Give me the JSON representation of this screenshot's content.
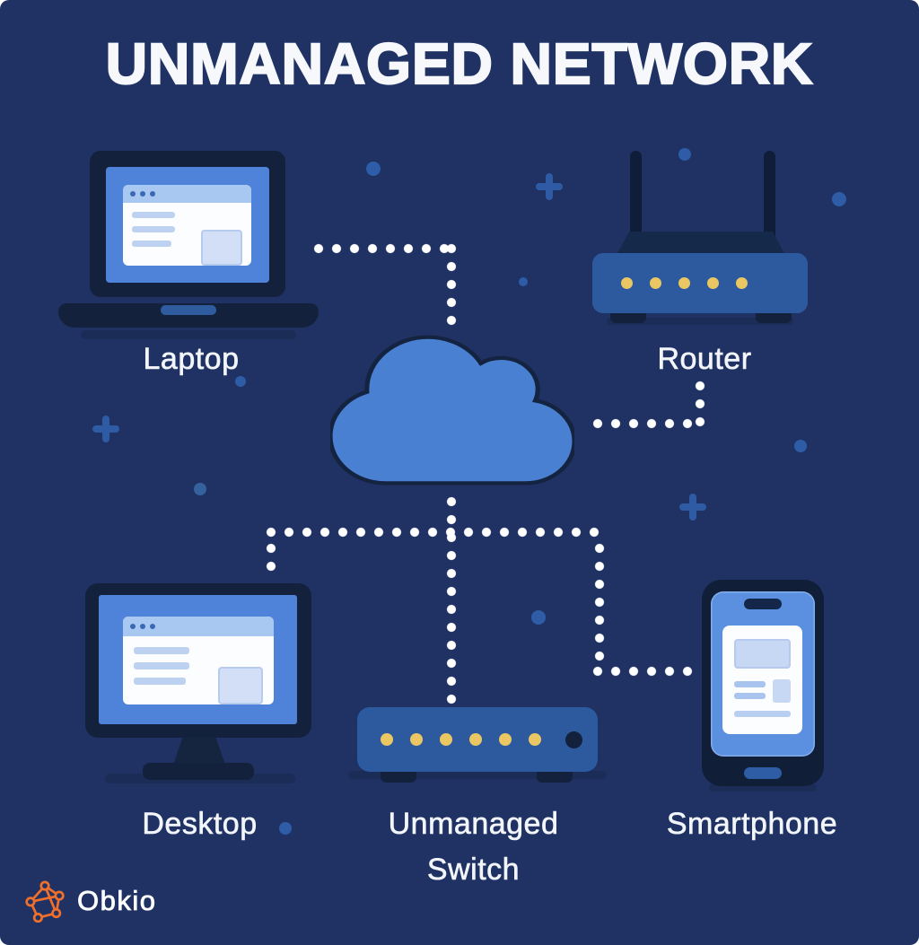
{
  "title": "UNMANAGED NETWORK",
  "nodes": {
    "laptop": {
      "label": "Laptop"
    },
    "router": {
      "label": "Router",
      "led_count": 5
    },
    "cloud": {
      "name": "internet-cloud"
    },
    "desktop": {
      "label": "Desktop"
    },
    "switch": {
      "label": "Unmanaged Switch",
      "led_count": 6,
      "dark_port_count": 1
    },
    "smartphone": {
      "label": "Smartphone"
    }
  },
  "connections": [
    {
      "from": "Laptop",
      "to": "Cloud",
      "style": "white-dotted"
    },
    {
      "from": "Router",
      "to": "Cloud",
      "style": "white-dotted"
    },
    {
      "from": "Cloud",
      "to": "Unmanaged Switch",
      "style": "white-dotted"
    },
    {
      "from": "Desktop",
      "to": "Unmanaged Switch",
      "style": "white-dotted"
    },
    {
      "from": "Smartphone",
      "to": "Unmanaged Switch",
      "style": "white-dotted"
    }
  ],
  "logo": {
    "text": "Obkio"
  },
  "colors": {
    "background": "#1f3263",
    "device_dark": "#14213d",
    "device_body_blue": "#2d5a9e",
    "screen_blue": "#4f83d9",
    "cloud_blue": "#4a80d2",
    "led_yellow": "#eac763",
    "connection_white": "#ffffff",
    "decor_blue": "#2e5ba4",
    "logo_orange": "#f0702b",
    "text_white": "#f6f8fc"
  }
}
